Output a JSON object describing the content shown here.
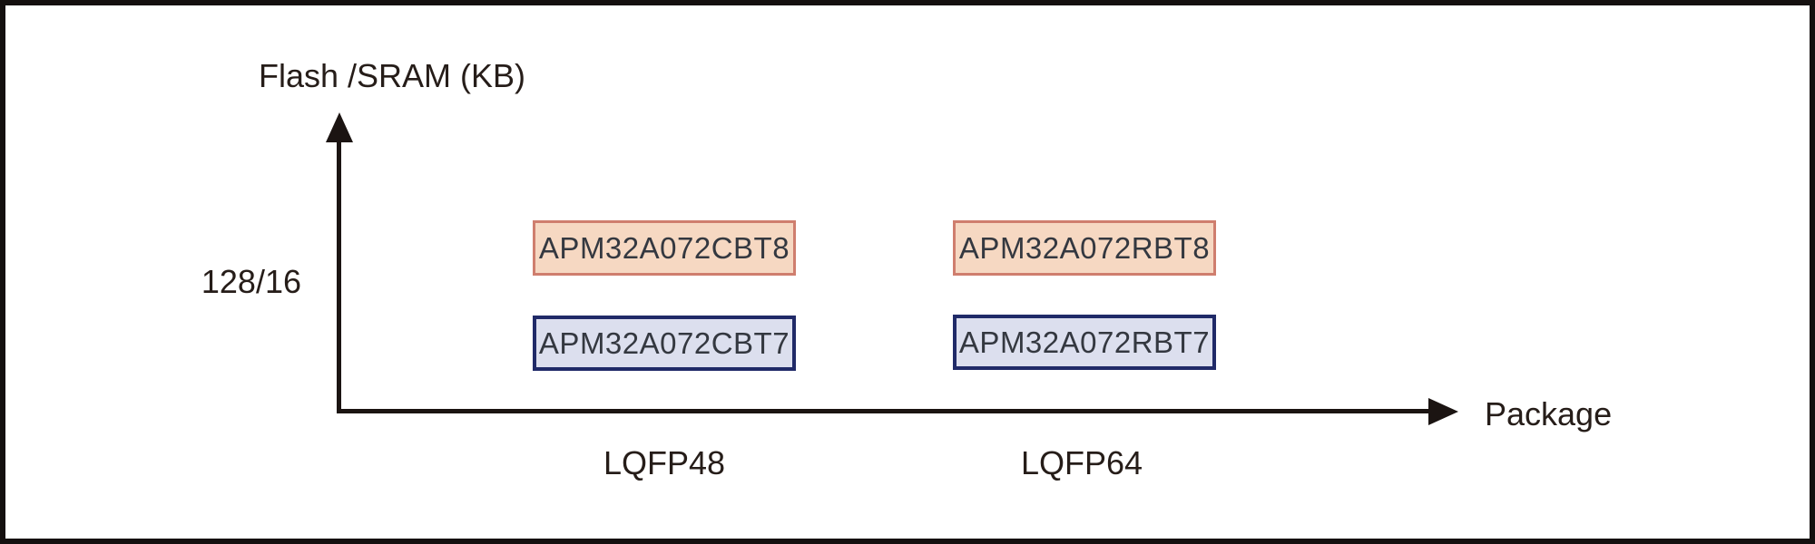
{
  "diagram": {
    "y_axis_title": "Flash /SRAM (KB)",
    "x_axis_title": "Package",
    "y_tick_label": "128/16",
    "x_categories": [
      "LQFP48",
      "LQFP64"
    ]
  },
  "parts": [
    {
      "label": "APM32A072CBT8",
      "package": "LQFP48",
      "flash_sram_kb": "128/16",
      "color_group": "orange"
    },
    {
      "label": "APM32A072CBT7",
      "package": "LQFP48",
      "flash_sram_kb": "128/16",
      "color_group": "blue"
    },
    {
      "label": "APM32A072RBT8",
      "package": "LQFP64",
      "flash_sram_kb": "128/16",
      "color_group": "orange"
    },
    {
      "label": "APM32A072RBT7",
      "package": "LQFP64",
      "flash_sram_kb": "128/16",
      "color_group": "blue"
    }
  ],
  "colors": {
    "orange_fill": "#f6d8c2",
    "orange_border": "#cf7e6e",
    "blue_fill": "#dcdfee",
    "blue_border": "#202a68",
    "axis_line": "#1b1412",
    "axis_text": "#261d19",
    "box_text": "#343840",
    "page_border": "#14100f",
    "background": "#ffffff"
  },
  "chart_data": {
    "type": "table",
    "title": "Flash /SRAM (KB) vs Package device selection",
    "xlabel": "Package",
    "ylabel": "Flash /SRAM (KB)",
    "categories": [
      "LQFP48",
      "LQFP64"
    ],
    "rows": [
      {
        "flash_sram_kb": "128/16",
        "LQFP48": [
          "APM32A072CBT8",
          "APM32A072CBT7"
        ],
        "LQFP64": [
          "APM32A072RBT8",
          "APM32A072RBT7"
        ]
      }
    ],
    "legend_position": "none",
    "grid": false
  }
}
